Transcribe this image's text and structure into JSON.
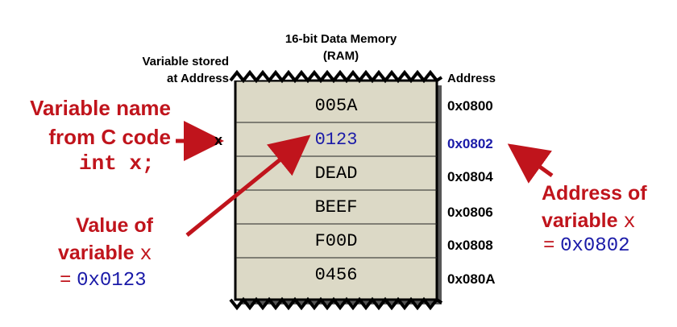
{
  "header": {
    "memory_title_line1": "16-bit Data Memory",
    "memory_title_line2": "(RAM)",
    "var_stored_line1": "Variable stored",
    "var_stored_line2": "at Address",
    "address_col": "Address"
  },
  "memory": {
    "cells": [
      "005A",
      "0123",
      "DEAD",
      "BEEF",
      "F00D",
      "0456"
    ],
    "addresses": [
      "0x0800",
      "0x0802",
      "0x0804",
      "0x0806",
      "0x0808",
      "0x080A"
    ],
    "highlight_index": 1,
    "variable_marker": "x"
  },
  "callouts": {
    "varname_line1": "Variable name",
    "varname_line2": "from C code",
    "c_decl": "int x;",
    "value_line1": "Value of",
    "value_line2_word": "variable",
    "value_line2_var": "x",
    "value_eq": "=",
    "value_num": "0x0123",
    "addr_line1": "Address of",
    "addr_line2_word": "variable",
    "addr_line2_var": "x",
    "addr_eq": "=",
    "addr_num": "0x0802"
  },
  "colors": {
    "accent_red": "#c0141c",
    "value_blue": "#1a1aa8",
    "cell_fill": "#dcd9c6"
  }
}
